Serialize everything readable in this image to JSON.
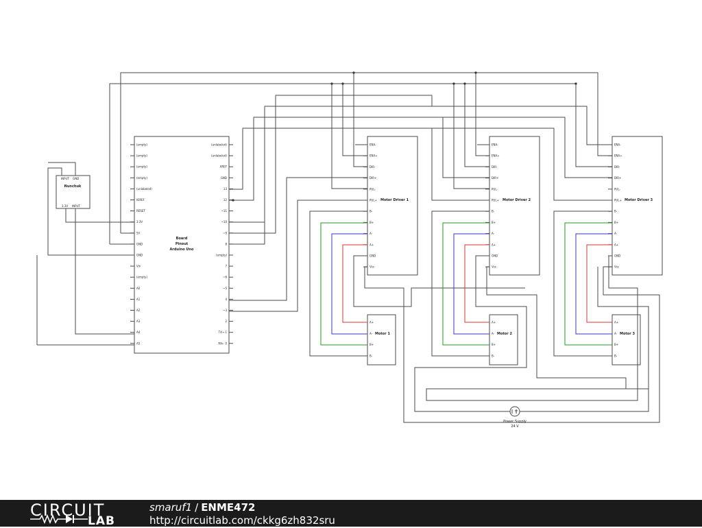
{
  "schematic": {
    "arduino": {
      "title": [
        "Board",
        "Pinout",
        "Arduino Uno"
      ],
      "left_pins": [
        "(empty)",
        "(empty)",
        "(empty)",
        "(empty)",
        "(unlabeled)",
        "IOREF",
        "RESET",
        "3.3V",
        "5V",
        "GND",
        "GND",
        "Vin",
        "(empty)",
        "A0",
        "A1",
        "A2",
        "A3",
        "A4",
        "A5"
      ],
      "right_pins": [
        "(unlabeled)",
        "(unlabeled)",
        "AREF",
        "GND",
        "13",
        "12",
        "~11",
        "~10",
        "~9",
        "8",
        "(empty)",
        "7",
        "~6",
        "~5",
        "4",
        "~3",
        "2",
        "TX→ 1",
        "RX← 0"
      ]
    },
    "nunchuk": {
      "title": "Nunchuk",
      "top_pins": [
        "INPUT",
        "GND"
      ],
      "bottom_pins": [
        "3.3V",
        "INPUT"
      ]
    },
    "driver_pins": [
      "ENA-",
      "ENA+",
      "DIR-",
      "DIR+",
      "PUL-",
      "PUL+",
      "B-",
      "B+",
      "A-",
      "A+",
      "GND",
      "Vcc"
    ],
    "drivers": [
      "Motor Driver 1",
      "Motor Driver 2",
      "Motor Driver 3"
    ],
    "motor_pins": [
      "A+",
      "A-",
      "B+",
      "B-"
    ],
    "motors": [
      "Motor 1",
      "Motor 2",
      "Motor 3"
    ],
    "power_supply": {
      "label": "Power Supply",
      "voltage": "24 V"
    },
    "wire_colors": {
      "A_plus": "#dd3333",
      "A_minus": "#3333cc",
      "B_plus": "#229922",
      "default": "#4a4a4a"
    }
  },
  "footer": {
    "logo_top": "CIRCUIT",
    "logo_bottom": "LAB",
    "user": "smaruf1",
    "separator": "/",
    "project": "ENME472",
    "url": "http://circuitlab.com/ckkg6zh832sru"
  }
}
